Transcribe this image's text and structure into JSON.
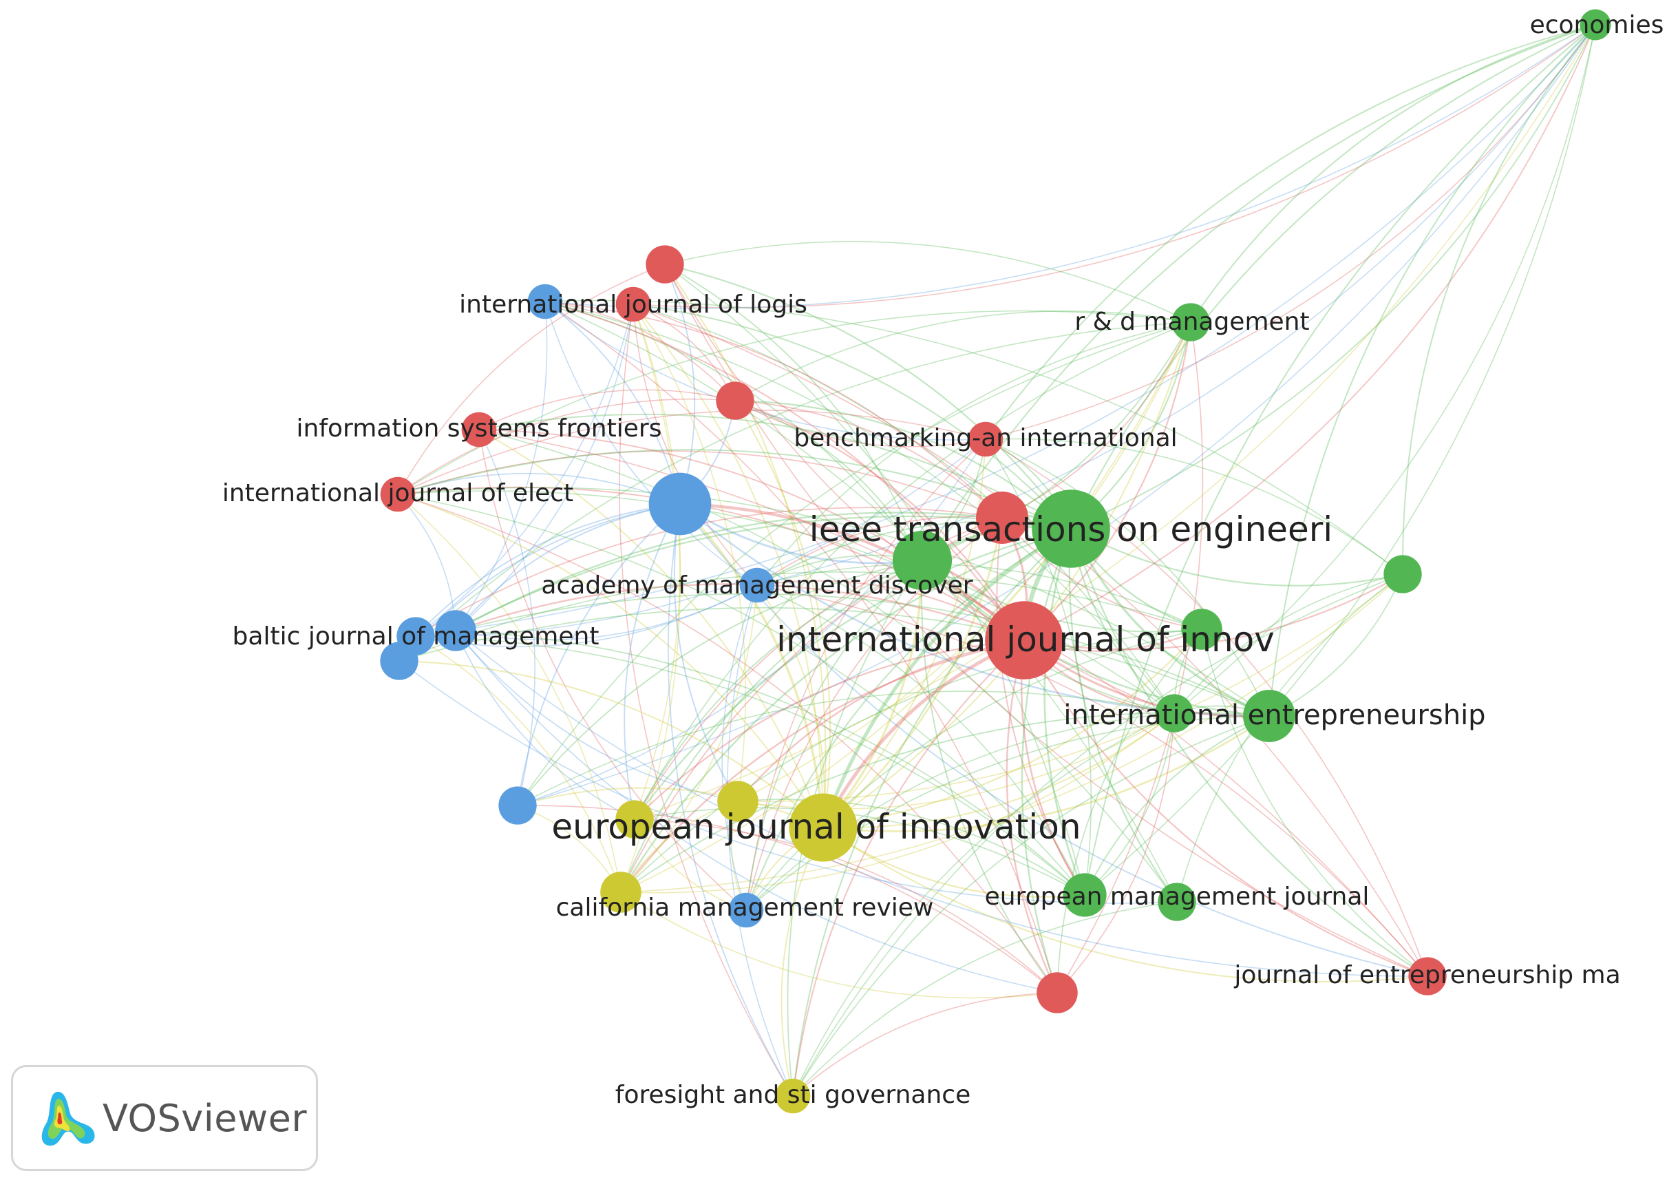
{
  "app": {
    "logo_text": "VOSviewer",
    "logo_icon": "vosviewer-density-logo-icon"
  },
  "colors": {
    "red": "#e05a5a",
    "green": "#52b752",
    "blue": "#5b9ee0",
    "yellow": "#cdc933",
    "label": "#222222"
  },
  "network": {
    "nodes": [
      {
        "id": "economies",
        "label": "economies",
        "cluster": "green",
        "weight": 1,
        "label_size": "small"
      },
      {
        "id": "rd",
        "label": "r & d management",
        "cluster": "green",
        "weight": 2,
        "label_size": "small"
      },
      {
        "id": "n_red_top",
        "label": "",
        "cluster": "red",
        "weight": 2
      },
      {
        "id": "ijlogis",
        "label": "international journal of logis",
        "cluster": "red",
        "weight": 1.5,
        "label_size": "small"
      },
      {
        "id": "n_blue_top",
        "label": "",
        "cluster": "blue",
        "weight": 1.5
      },
      {
        "id": "n_red_mid",
        "label": "",
        "cluster": "red",
        "weight": 2
      },
      {
        "id": "isf",
        "label": "information systems frontiers",
        "cluster": "red",
        "weight": 1.5,
        "label_size": "small"
      },
      {
        "id": "bench",
        "label": "benchmarking-an international",
        "cluster": "red",
        "weight": 1.5,
        "label_size": "small"
      },
      {
        "id": "ijelect",
        "label": "international journal of elect",
        "cluster": "red",
        "weight": 1.5,
        "label_size": "small"
      },
      {
        "id": "n_blue_big",
        "label": "",
        "cluster": "blue",
        "weight": 8
      },
      {
        "id": "n_red_b",
        "label": "",
        "cluster": "red",
        "weight": 5
      },
      {
        "id": "ieee",
        "label": "ieee transactions on engineeri",
        "cluster": "green",
        "weight": 14,
        "label_size": "large"
      },
      {
        "id": "n_green_a",
        "label": "",
        "cluster": "green",
        "weight": 7
      },
      {
        "id": "n_green_right",
        "label": "",
        "cluster": "green",
        "weight": 2
      },
      {
        "id": "amd",
        "label": "academy of management discover",
        "cluster": "blue",
        "weight": 1.5,
        "label_size": "small"
      },
      {
        "id": "bjm",
        "label": "baltic journal of management",
        "cluster": "blue",
        "weight": 2,
        "label_size": "small"
      },
      {
        "id": "n_blue_bjm2",
        "label": "",
        "cluster": "blue",
        "weight": 2.5
      },
      {
        "id": "n_blue_left",
        "label": "",
        "cluster": "blue",
        "weight": 2
      },
      {
        "id": "ijinnov",
        "label": "international journal of innov",
        "cluster": "red",
        "weight": 14,
        "label_size": "large"
      },
      {
        "id": "n_green_b",
        "label": "",
        "cluster": "green",
        "weight": 2.5
      },
      {
        "id": "ient",
        "label": "international entrepreneurship",
        "cluster": "green",
        "weight": 5,
        "label_size": "medium"
      },
      {
        "id": "n_green_c",
        "label": "",
        "cluster": "green",
        "weight": 2
      },
      {
        "id": "n_blue_low",
        "label": "",
        "cluster": "blue",
        "weight": 2
      },
      {
        "id": "n_yellow_a",
        "label": "",
        "cluster": "yellow",
        "weight": 2.5
      },
      {
        "id": "eji",
        "label": "european journal of innovation",
        "cluster": "yellow",
        "weight": 10,
        "label_size": "large"
      },
      {
        "id": "n_yellow_b",
        "label": "",
        "cluster": "yellow",
        "weight": 2
      },
      {
        "id": "cmr",
        "label": "california management review",
        "cluster": "yellow",
        "weight": 2.5,
        "label_size": "small"
      },
      {
        "id": "n_blue_cmr",
        "label": "",
        "cluster": "blue",
        "weight": 1.5
      },
      {
        "id": "emj",
        "label": "european management journal",
        "cluster": "green",
        "weight": 3,
        "label_size": "small"
      },
      {
        "id": "n_green_emj2",
        "label": "",
        "cluster": "green",
        "weight": 2
      },
      {
        "id": "jem",
        "label": "journal of entrepreneurship ma",
        "cluster": "red",
        "weight": 2,
        "label_size": "small"
      },
      {
        "id": "n_red_low",
        "label": "",
        "cluster": "red",
        "weight": 2.5
      },
      {
        "id": "fsg",
        "label": "foresight and sti governance",
        "cluster": "yellow",
        "weight": 1.5,
        "label_size": "small"
      }
    ]
  }
}
